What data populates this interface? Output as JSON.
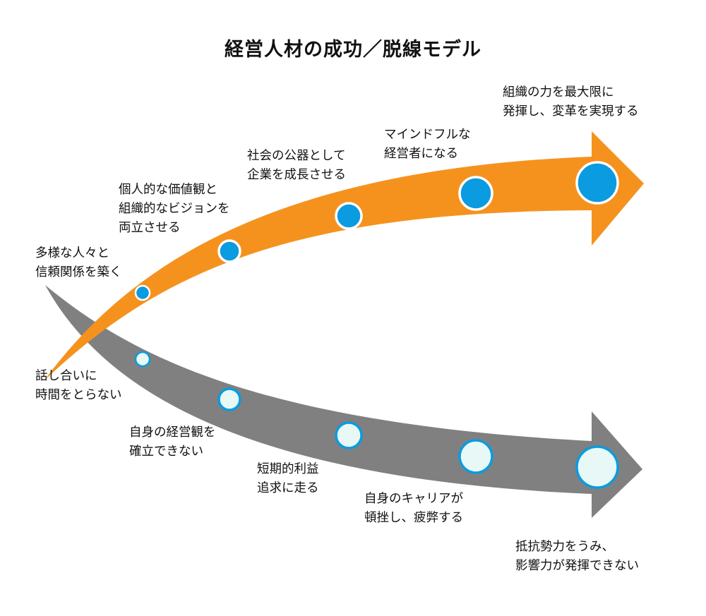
{
  "title": "経営人材の成功／脱線モデル",
  "success": {
    "steps": [
      {
        "lines": [
          "多様な人々と",
          "信頼関係を築く"
        ]
      },
      {
        "lines": [
          "個人的な価値観と",
          "組織的なビジョンを",
          "両立させる"
        ]
      },
      {
        "lines": [
          "社会の公器として",
          "企業を成長させる"
        ]
      },
      {
        "lines": [
          "マインドフルな",
          "経営者になる"
        ]
      },
      {
        "lines": [
          "組織の力を最大限に",
          "発揮し、変革を実現する"
        ]
      }
    ]
  },
  "derail": {
    "steps": [
      {
        "lines": [
          "話し合いに",
          "時間をとらない"
        ]
      },
      {
        "lines": [
          "自身の経営観を",
          "確立できない"
        ]
      },
      {
        "lines": [
          "短期的利益",
          "追求に走る"
        ]
      },
      {
        "lines": [
          "自身のキャリアが",
          "頓挫し、疲弊する"
        ]
      },
      {
        "lines": [
          "抵抗勢力をうみ、",
          "影響力が発揮できない"
        ]
      }
    ]
  },
  "colors": {
    "success_arrow": "#F5921E",
    "derail_arrow": "#808080",
    "success_dot": "#0A9BE0",
    "derail_dot": "#E8F8F6",
    "dot_ring": "#FFFFFF",
    "derail_dot_ring": "#0A9BE0",
    "text": "#111111"
  }
}
